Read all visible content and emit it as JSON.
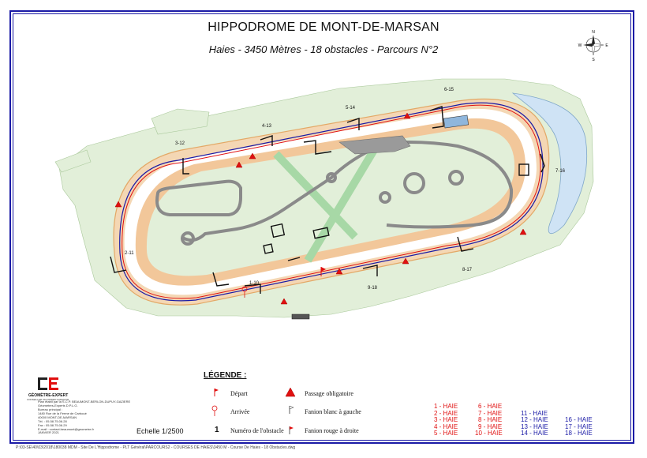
{
  "title": "HIPPODROME DE MONT-DE-MARSAN",
  "subtitle": "Haies - 3450 Mètres - 18 obstacles - Parcours N°2",
  "compass": {
    "north": "N",
    "south": "S",
    "east": "E",
    "west": "W"
  },
  "obstacle_labels": [
    "1-10",
    "2-11",
    "3-12",
    "4-13",
    "5-14",
    "6-15",
    "7-16",
    "8-17",
    "9-18"
  ],
  "legend": {
    "title": "LÉGENDE :",
    "depart": "Départ",
    "arrivee": "Arrivée",
    "numero": "Numéro de l'obstacle",
    "numero_symbol": "1",
    "passage": "Passage obligatoire",
    "fanion_blanc": "Fanion blanc à gauche",
    "fanion_rouge": "Fanion rouge à droite"
  },
  "scale": "Echelle 1/2500",
  "company": {
    "name": "GÉOMÈTRE-EXPERT",
    "tagline": "CONSEILLER VALORISER GARANTIR",
    "lines": [
      "Plan établi par la S.C.P. BEAUMONT-BERLON-DUPUY-GAZIERE",
      "Géomètres-Experts D.P.L.G.",
      "Bureau principal :",
      "1480 Rue de la Ferme de Carboué",
      "40000 MONT-DE-MARSAN",
      "Tél. : 05.58.75.06.28",
      "Fax : 05.58.75.06.29",
      "E-mail : contact.beaumont@geometre.fr"
    ],
    "date": "JANVIER 2021"
  },
  "haies": {
    "col1": [
      "1 - HAIE",
      "2 - HAIE",
      "3 - HAIE",
      "4 - HAIE",
      "5 - HAIE"
    ],
    "col2": [
      "6 - HAIE",
      "7 - HAIE",
      "8 - HAIE",
      "9 - HAIE",
      "10 - HAIE"
    ],
    "col3": [
      "11 - HAIE",
      "12 - HAIE",
      "13 - HAIE",
      "14 - HAIE"
    ],
    "col4": [
      "16 - HAIE",
      "17 - HAIE",
      "18 - HAIE"
    ]
  },
  "footer": "P:\\03-SE\\40\\03\\2018\\180038 MDM - Site De L'Hippodrome - PLT Général\\PARCOURS2 - COURSES DE HAIES\\3450 M - Course De Haies - 18 Obstacles.dwg",
  "colors": {
    "frame": "#1a1aa6",
    "grass": "#e2efd9",
    "track_sand": "#f2c79a",
    "lake": "#cfe3f5",
    "path": "#8a8a8a",
    "red": "#e01010",
    "blue": "#1a1aa6"
  }
}
